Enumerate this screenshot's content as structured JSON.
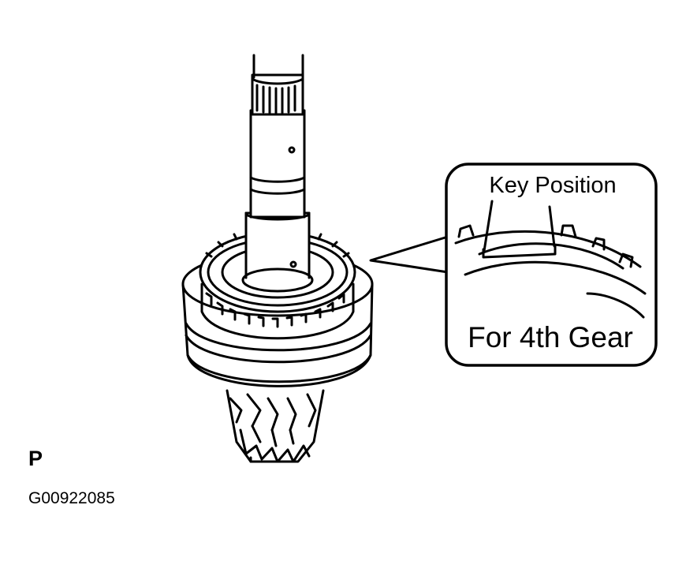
{
  "callout": {
    "key_position_label": "Key Position",
    "gear_label": "For 4th Gear"
  },
  "corner_letter": "P",
  "figure_code": "G00922085"
}
